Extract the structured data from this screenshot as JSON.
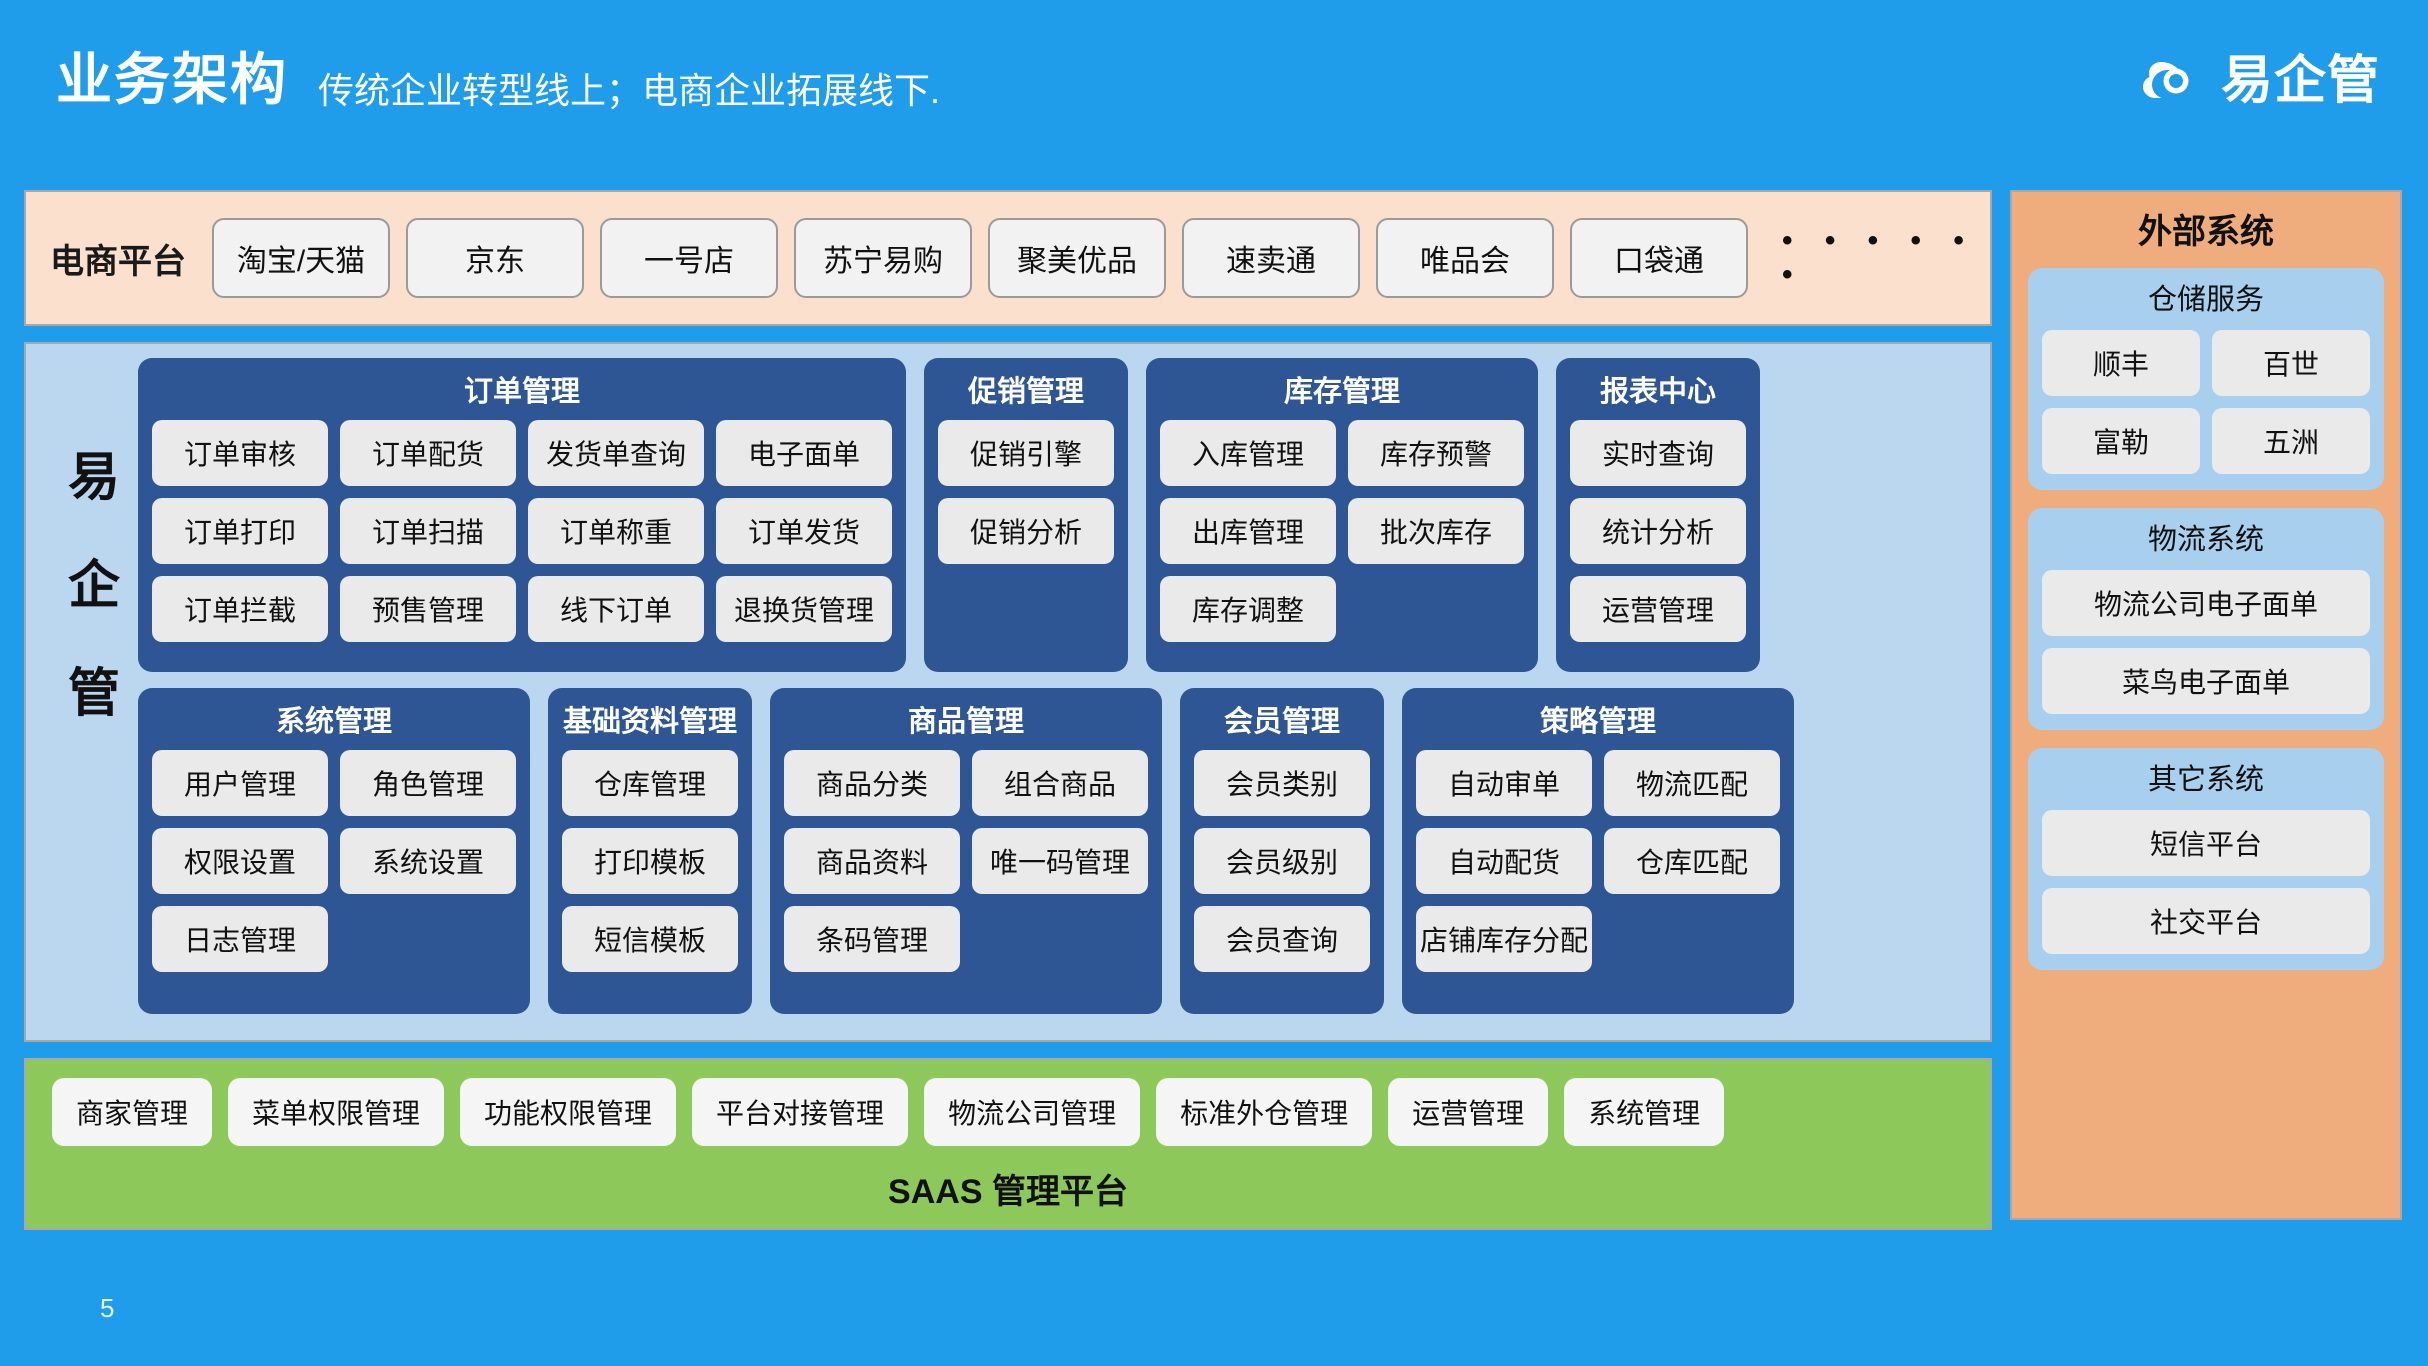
{
  "header": {
    "title": "业务架构",
    "subtitle": "传统企业转型线上；电商企业拓展线下.",
    "brand_name": "易企管",
    "brand_icon": "cloud-logo-icon"
  },
  "platform": {
    "label": "电商平台",
    "items": [
      "淘宝/天猫",
      "京东",
      "一号店",
      "苏宁易购",
      "聚美优品",
      "速卖通",
      "唯品会",
      "口袋通"
    ],
    "ellipsis": "• • • • • •"
  },
  "core": {
    "vertical_label": [
      "易",
      "企",
      "管"
    ],
    "row1": [
      {
        "title": "订单管理",
        "cols": 4,
        "items": [
          "订单审核",
          "订单配货",
          "发货单查询",
          "电子面单",
          "订单打印",
          "订单扫描",
          "订单称重",
          "订单发货",
          "订单拦截",
          "预售管理",
          "线下订单",
          "退换货管理"
        ]
      },
      {
        "title": "促销管理",
        "cols": 1,
        "items": [
          "促销引擎",
          "促销分析"
        ]
      },
      {
        "title": "库存管理",
        "cols": 2,
        "items": [
          "入库管理",
          "库存预警",
          "出库管理",
          "批次库存",
          "库存调整"
        ]
      },
      {
        "title": "报表中心",
        "cols": 1,
        "items": [
          "实时查询",
          "统计分析",
          "运营管理"
        ]
      }
    ],
    "row2": [
      {
        "title": "系统管理",
        "cols": 2,
        "items": [
          "用户管理",
          "角色管理",
          "权限设置",
          "系统设置",
          "日志管理"
        ]
      },
      {
        "title": "基础资料管理",
        "cols": 1,
        "items": [
          "仓库管理",
          "打印模板",
          "短信模板"
        ]
      },
      {
        "title": "商品管理",
        "cols": 2,
        "items": [
          "商品分类",
          "组合商品",
          "商品资料",
          "唯一码管理",
          "条码管理"
        ]
      },
      {
        "title": "会员管理",
        "cols": 1,
        "items": [
          "会员类别",
          "会员级别",
          "会员查询"
        ]
      },
      {
        "title": "策略管理",
        "cols": 2,
        "items": [
          "自动审单",
          "物流匹配",
          "自动配货",
          "仓库匹配",
          "店铺库存分配"
        ]
      }
    ]
  },
  "saas": {
    "title": "SAAS 管理平台",
    "items": [
      "商家管理",
      "菜单权限管理",
      "功能权限管理",
      "平台对接管理",
      "物流公司管理",
      "标准外仓管理",
      "运营管理",
      "系统管理"
    ]
  },
  "external": {
    "title": "外部系统",
    "groups": [
      {
        "title": "仓储服务",
        "cols": 2,
        "items": [
          "顺丰",
          "百世",
          "富勒",
          "五洲"
        ]
      },
      {
        "title": "物流系统",
        "cols": 1,
        "items": [
          "物流公司电子面单",
          "菜鸟电子面单"
        ]
      },
      {
        "title": "其它系统",
        "cols": 1,
        "items": [
          "短信平台",
          "社交平台"
        ]
      }
    ]
  },
  "footer": {
    "page_number": "5"
  },
  "colors": {
    "background": "#1F9DEB",
    "platform_band": "#FBE0CE",
    "core_band": "#BBD7F0",
    "module": "#2E5694",
    "tile": "#EAEAEA",
    "saas_band": "#8DC85A",
    "external_band": "#EFAC7C",
    "external_group": "#A9CFEE"
  }
}
